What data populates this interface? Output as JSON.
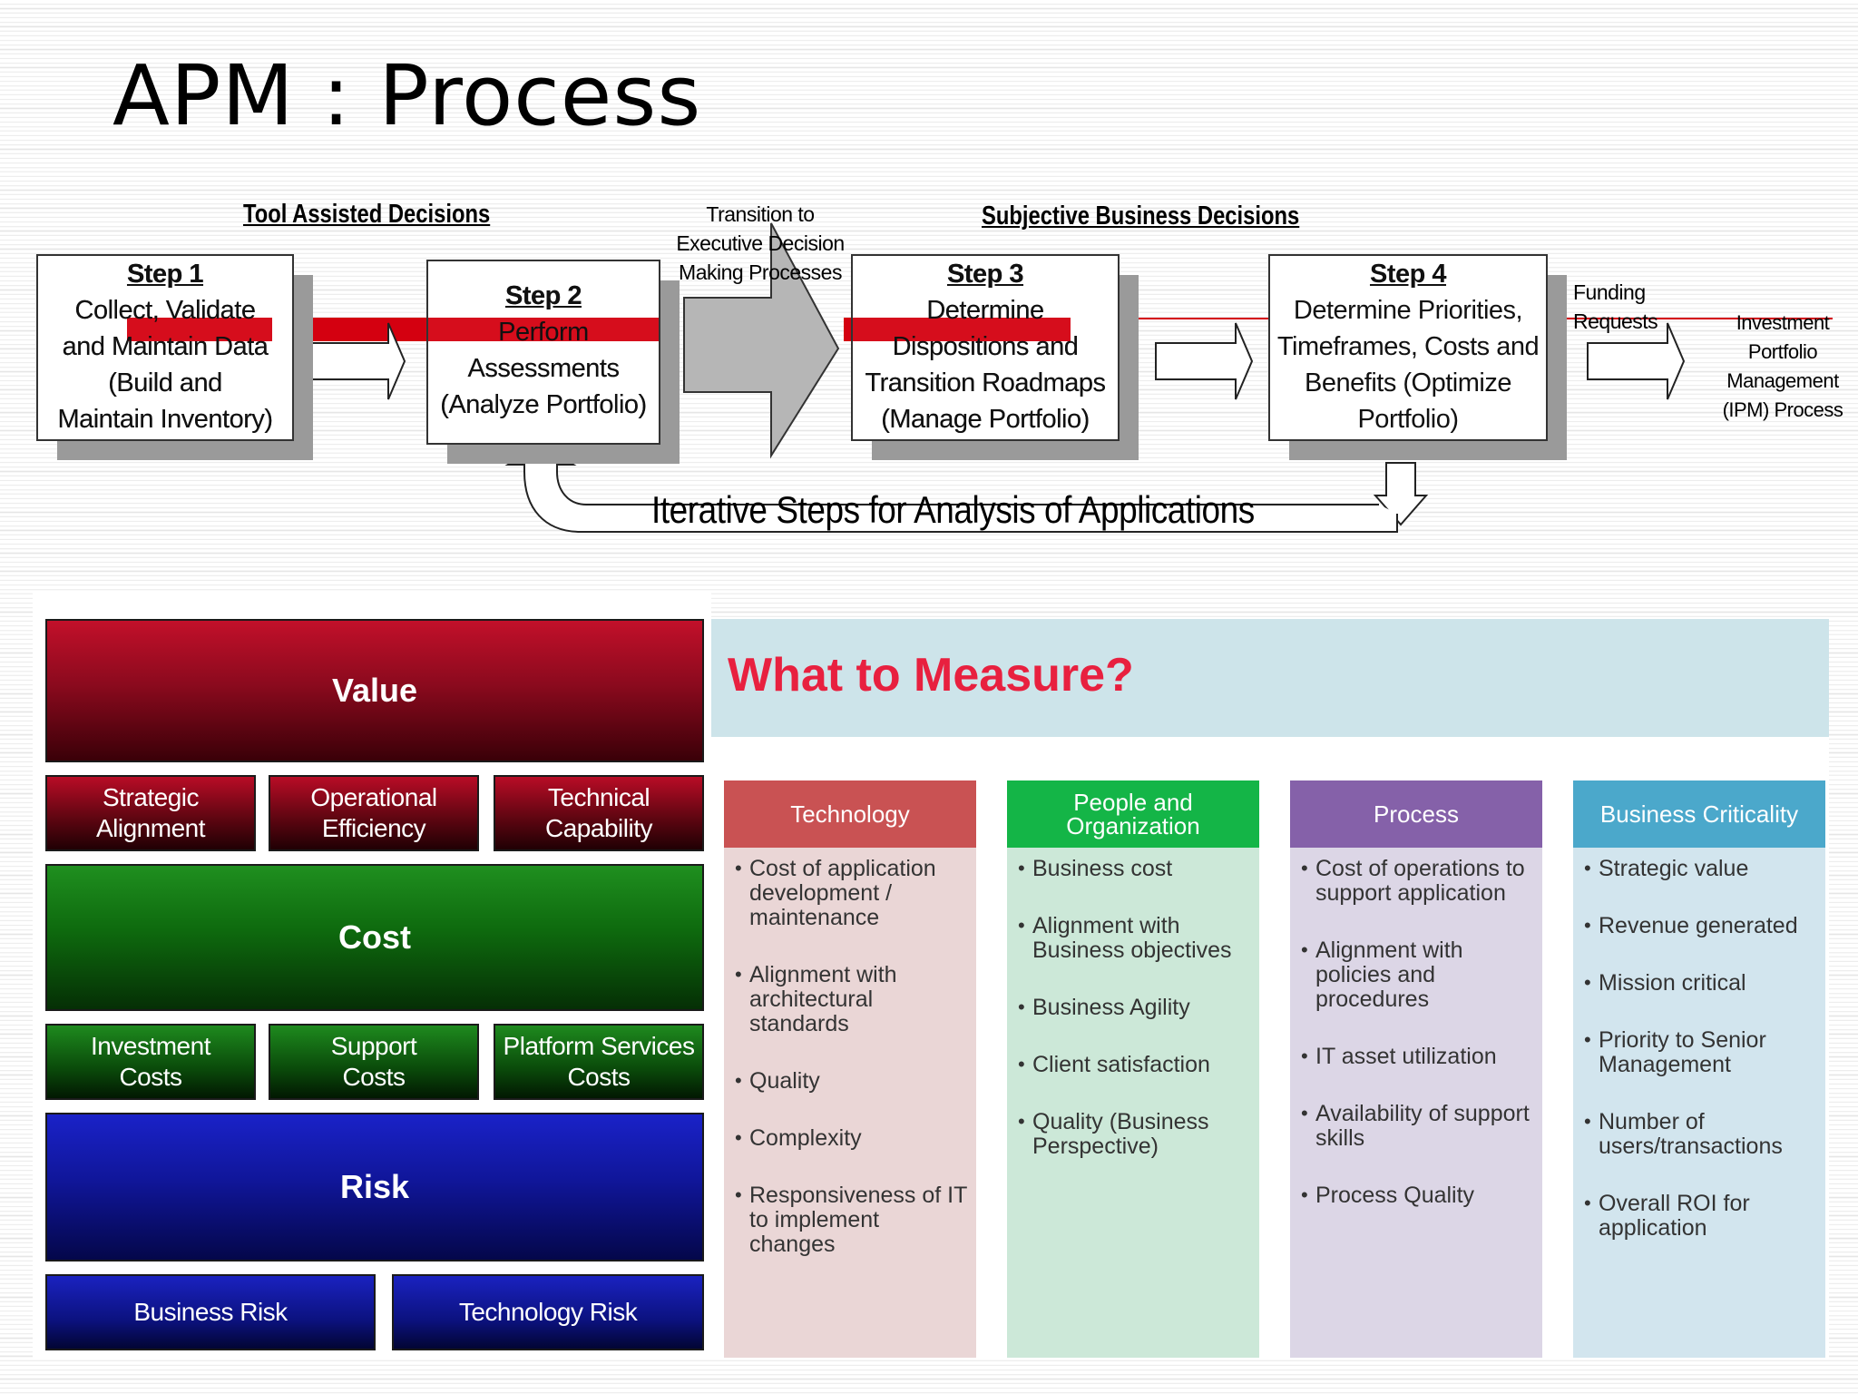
{
  "slide_title": "APM : Process",
  "process": {
    "tool_assisted_label": "Tool Assisted Decisions",
    "subjective_label": "Subjective Business Decisions",
    "transition_note": "Transition to\nExecutive Decision\nMaking Processes",
    "funding_note": "Funding\nRequests",
    "ipm_note": "Investment\nPortfolio\nManagement\n(IPM) Process",
    "iterative_label": "Iterative Steps for Analysis of Applications",
    "steps": [
      {
        "title": "Step 1",
        "body": "Collect, Validate\nand Maintain Data\n(Build and\nMaintain Inventory)"
      },
      {
        "title": "Step 2",
        "body": "Perform\nAssessments\n(Analyze Portfolio)"
      },
      {
        "title": "Step 3",
        "body": "Determine\nDispositions and\nTransition Roadmaps\n(Manage Portfolio)"
      },
      {
        "title": "Step 4",
        "body": "Determine Priorities,\nTimeframes, Costs and\nBenefits (Optimize\nPortfolio)"
      }
    ]
  },
  "dimensions": {
    "value": {
      "label": "Value",
      "subs": [
        "Strategic\nAlignment",
        "Operational\nEfficiency",
        "Technical\nCapability"
      ]
    },
    "cost": {
      "label": "Cost",
      "subs": [
        "Investment\nCosts",
        "Support\nCosts",
        "Platform Services\nCosts"
      ]
    },
    "risk": {
      "label": "Risk",
      "subs": [
        "Business Risk",
        "Technology Risk"
      ]
    }
  },
  "measure": {
    "title": "What to Measure?",
    "columns": [
      {
        "header": "Technology",
        "head_color": "#c95253",
        "body_color": "#ead6d6",
        "items": [
          "Cost of application development / maintenance",
          "Alignment with architectural standards",
          "Quality",
          "Complexity",
          "Responsiveness of IT to implement changes"
        ]
      },
      {
        "header": "People and\nOrganization",
        "head_color": "#14b547",
        "body_color": "#cce8d8",
        "items": [
          "Business cost",
          "Alignment with Business objectives",
          "Business Agility",
          "Client satisfaction",
          "Quality (Business Perspective)"
        ]
      },
      {
        "header": "Process",
        "head_color": "#8561a9",
        "body_color": "#dcd6e6",
        "items": [
          "Cost of operations to support application",
          "Alignment with policies and procedures",
          "IT asset utilization",
          "Availability of support skills",
          "Process Quality"
        ]
      },
      {
        "header": "Business Criticality",
        "head_color": "#4ba8cb",
        "body_color": "#d2e5ee",
        "items": [
          "Strategic value",
          "Revenue generated",
          "Mission critical",
          "Priority to Senior Management",
          "Number of users/transactions",
          "Overall ROI for application"
        ]
      }
    ]
  }
}
